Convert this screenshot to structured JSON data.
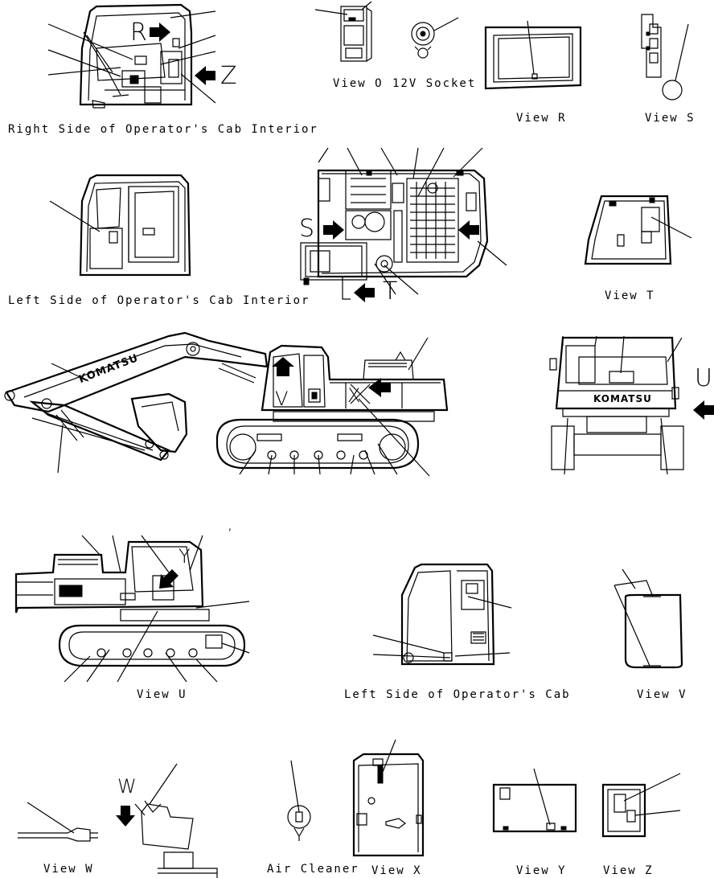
{
  "labels": {
    "right_side_cab_interior": "Right Side of Operator's Cab Interior",
    "left_side_cab_interior": "Left Side of Operator's Cab Interior",
    "left_side_cab": "Left Side of Operator's Cab",
    "view_o": "View O",
    "socket_12v": "12V Socket",
    "view_r": "View R",
    "view_s": "View S",
    "view_t": "View T",
    "view_u": "View U",
    "view_v": "View V",
    "view_w": "View W",
    "view_x": "View X",
    "view_y": "View Y",
    "view_z": "View Z",
    "air_cleaner": "Air Cleaner"
  },
  "letters": {
    "r": "R",
    "z": "Z",
    "s": "S",
    "t": "T",
    "u": "U",
    "v": "V",
    "w": "W",
    "x": "X",
    "y": "Y"
  },
  "brand": "KOMATSU",
  "stray_mark": ","
}
